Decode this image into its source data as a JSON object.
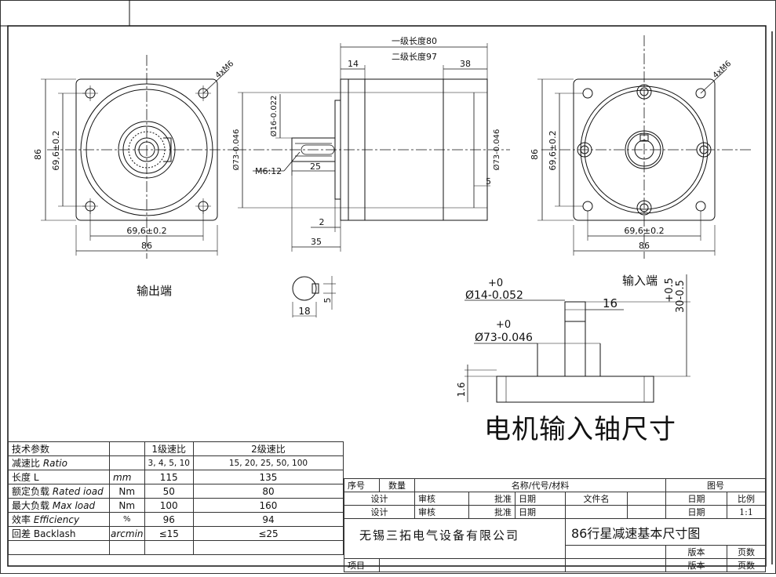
{
  "views": {
    "output_end_label": "输出端",
    "input_end_label": "输入端",
    "shaft_title": "电机输入轴尺寸"
  },
  "dims": {
    "bolt_holes": "4xM6",
    "square_86": "86",
    "pcd_696": "69,6±0.2",
    "length_stage1": "一级长度80",
    "length_stage2": "二级长度97",
    "d14": "14",
    "d38": "38",
    "d73_tol": "Ø73-0.046",
    "d73_side": "Ø73-0.046",
    "d16": "Ø16-0.022",
    "m6_12": "M6:12",
    "d25": "25",
    "d2": "2",
    "d35": "35",
    "d5": "5",
    "key18": "18",
    "key5": "5",
    "shaft_d14": "Ø14-0.052",
    "shaft_d14_plus": "+0",
    "shaft_d73": "Ø73-0.046",
    "shaft_d73_plus": "+0",
    "shaft_16": "16",
    "shaft_30": "30-0.5",
    "shaft_30_plus": "+0.5",
    "shaft_16b": "1.6"
  },
  "tech_table": {
    "header": [
      "技术参数",
      "",
      "1级速比",
      "2级速比"
    ],
    "rows": [
      {
        "name": "减速比",
        "name_en": "Ratio",
        "unit": "",
        "s1": "3, 4, 5, 10",
        "s2": "15, 20, 25, 50, 100"
      },
      {
        "name": "长度",
        "name_en": "L",
        "unit": "mm",
        "s1": "115",
        "s2": "135"
      },
      {
        "name": "额定负载",
        "name_en": "Rated ioad",
        "unit": "Nm",
        "s1": "50",
        "s2": "80"
      },
      {
        "name": "最大负载",
        "name_en": "Max load",
        "unit": "Nm",
        "s1": "100",
        "s2": "160"
      },
      {
        "name": "效率",
        "name_en": "Efficiency",
        "unit": "%",
        "s1": "96",
        "s2": "94"
      },
      {
        "name": "回差",
        "name_en": "Backlash",
        "unit": "arcmin",
        "s1": "≤15",
        "s2": "≤25"
      }
    ]
  },
  "title_block": {
    "seq": "序号",
    "qty": "数量",
    "name_code_mat": "名称/代号/材料",
    "drawing_no": "图号",
    "design": "设计",
    "review": "审核",
    "approve": "批准",
    "date": "日期",
    "file_name": "文件名",
    "scale": "比例",
    "scale_val": "1:1",
    "version": "版本",
    "page": "页数",
    "project": "项目",
    "company": "无锡三拓电气设备有限公司",
    "drawing_name": "86行星减速基本尺寸图"
  }
}
